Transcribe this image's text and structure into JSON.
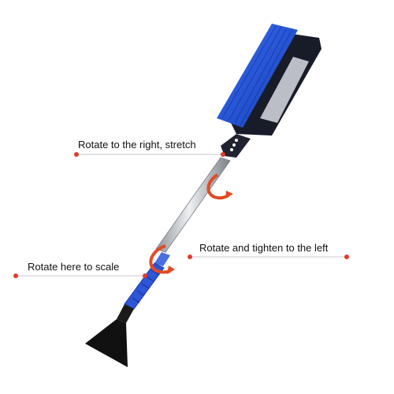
{
  "image": {
    "subject": "telescopic-snow-brush-with-ice-scraper"
  },
  "annotations": {
    "rotate_right": "Rotate to the right, stretch",
    "tighten_left": "Rotate and tighten to the left",
    "rotate_scale": "Rotate here to scale"
  },
  "colors": {
    "bristles": "#1f4fd6",
    "brush_head": "#1a1d2a",
    "pole": "#c9ccd1",
    "grip": "#2d55d8",
    "scraper": "#111111",
    "leader_line": "#e23a2a",
    "rotation_arrow": "#e24a24"
  }
}
